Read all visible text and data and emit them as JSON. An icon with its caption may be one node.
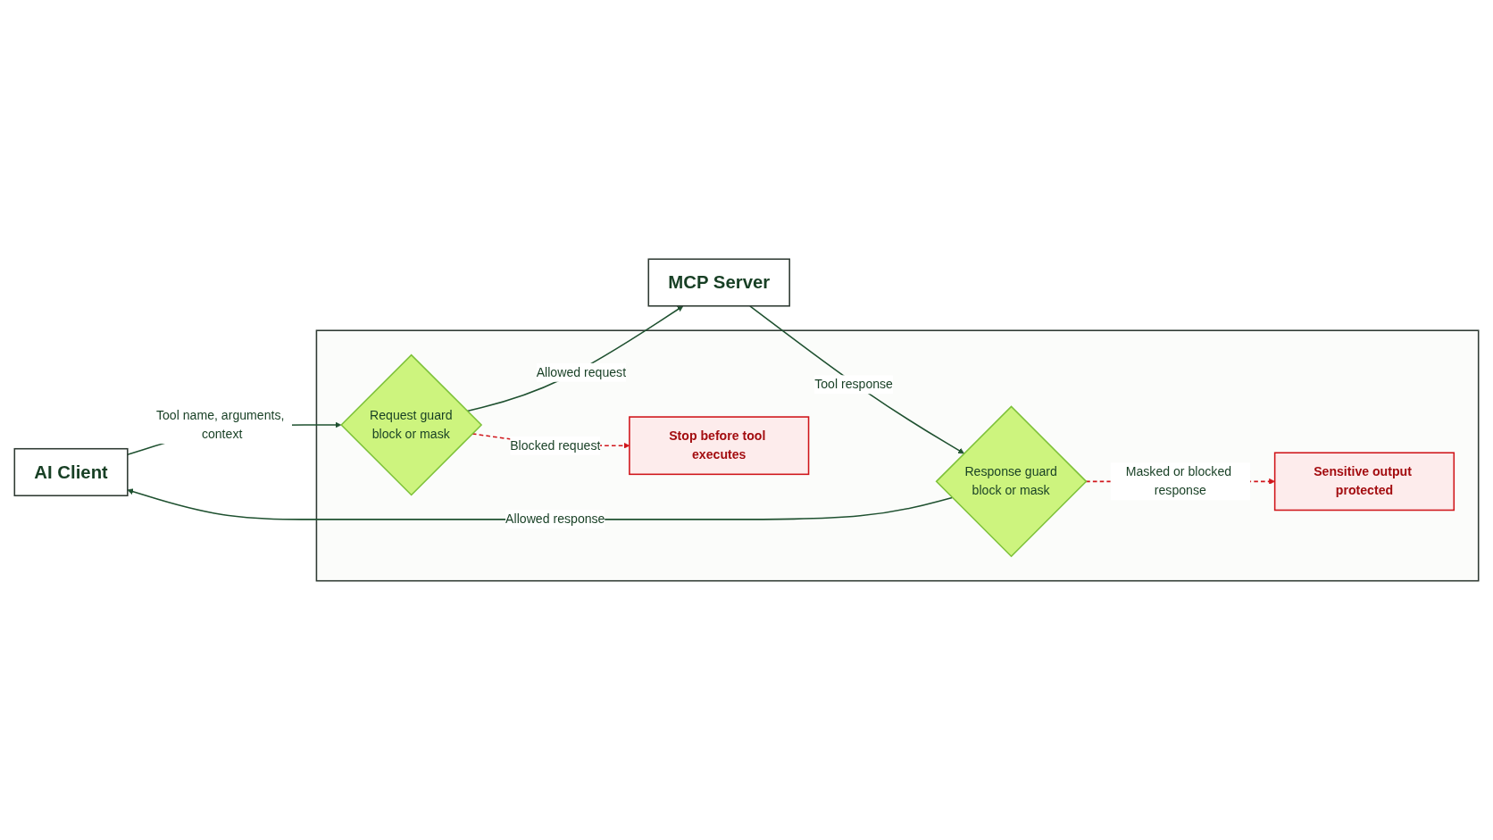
{
  "diagram": {
    "nodes": [
      {
        "text": [
          "AI Client"
        ]
      },
      {
        "text": [],
        "shape": "box"
      },
      {
        "text": [
          "Request guard",
          "block or mask"
        ],
        "in": 1
      },
      {
        "text": [
          "Stop before tool executes"
        ],
        "in": 1
      },
      {
        "text": [
          "Response guard",
          "block or mask"
        ],
        "in": 1
      },
      {
        "text": [
          "Sensitive output protected"
        ],
        "in": 1
      },
      {
        "text": [
          "MCP Server"
        ]
      }
    ],
    "edges": [
      {
        "from": 0,
        "to": 2,
        "arrow": "to",
        "label": "Tool name, arguments, context"
      },
      {
        "from": 2,
        "to": 6,
        "arrow": "to",
        "label": "Allowed request"
      },
      {
        "from": 2,
        "to": 3,
        "arrow": "to",
        "label": "Blocked request",
        "style": "dashed",
        "color": "#d0161b"
      },
      {
        "from": 6,
        "to": 4,
        "arrow": "to",
        "label": "Tool response"
      },
      {
        "from": 4,
        "to": 0,
        "arrow": "to",
        "label": "Allowed response"
      },
      {
        "from": 4,
        "to": 5,
        "arrow": "to",
        "label": "Masked or blocked response",
        "style": "dashed",
        "color": "#d0161b"
      }
    ]
  }
}
